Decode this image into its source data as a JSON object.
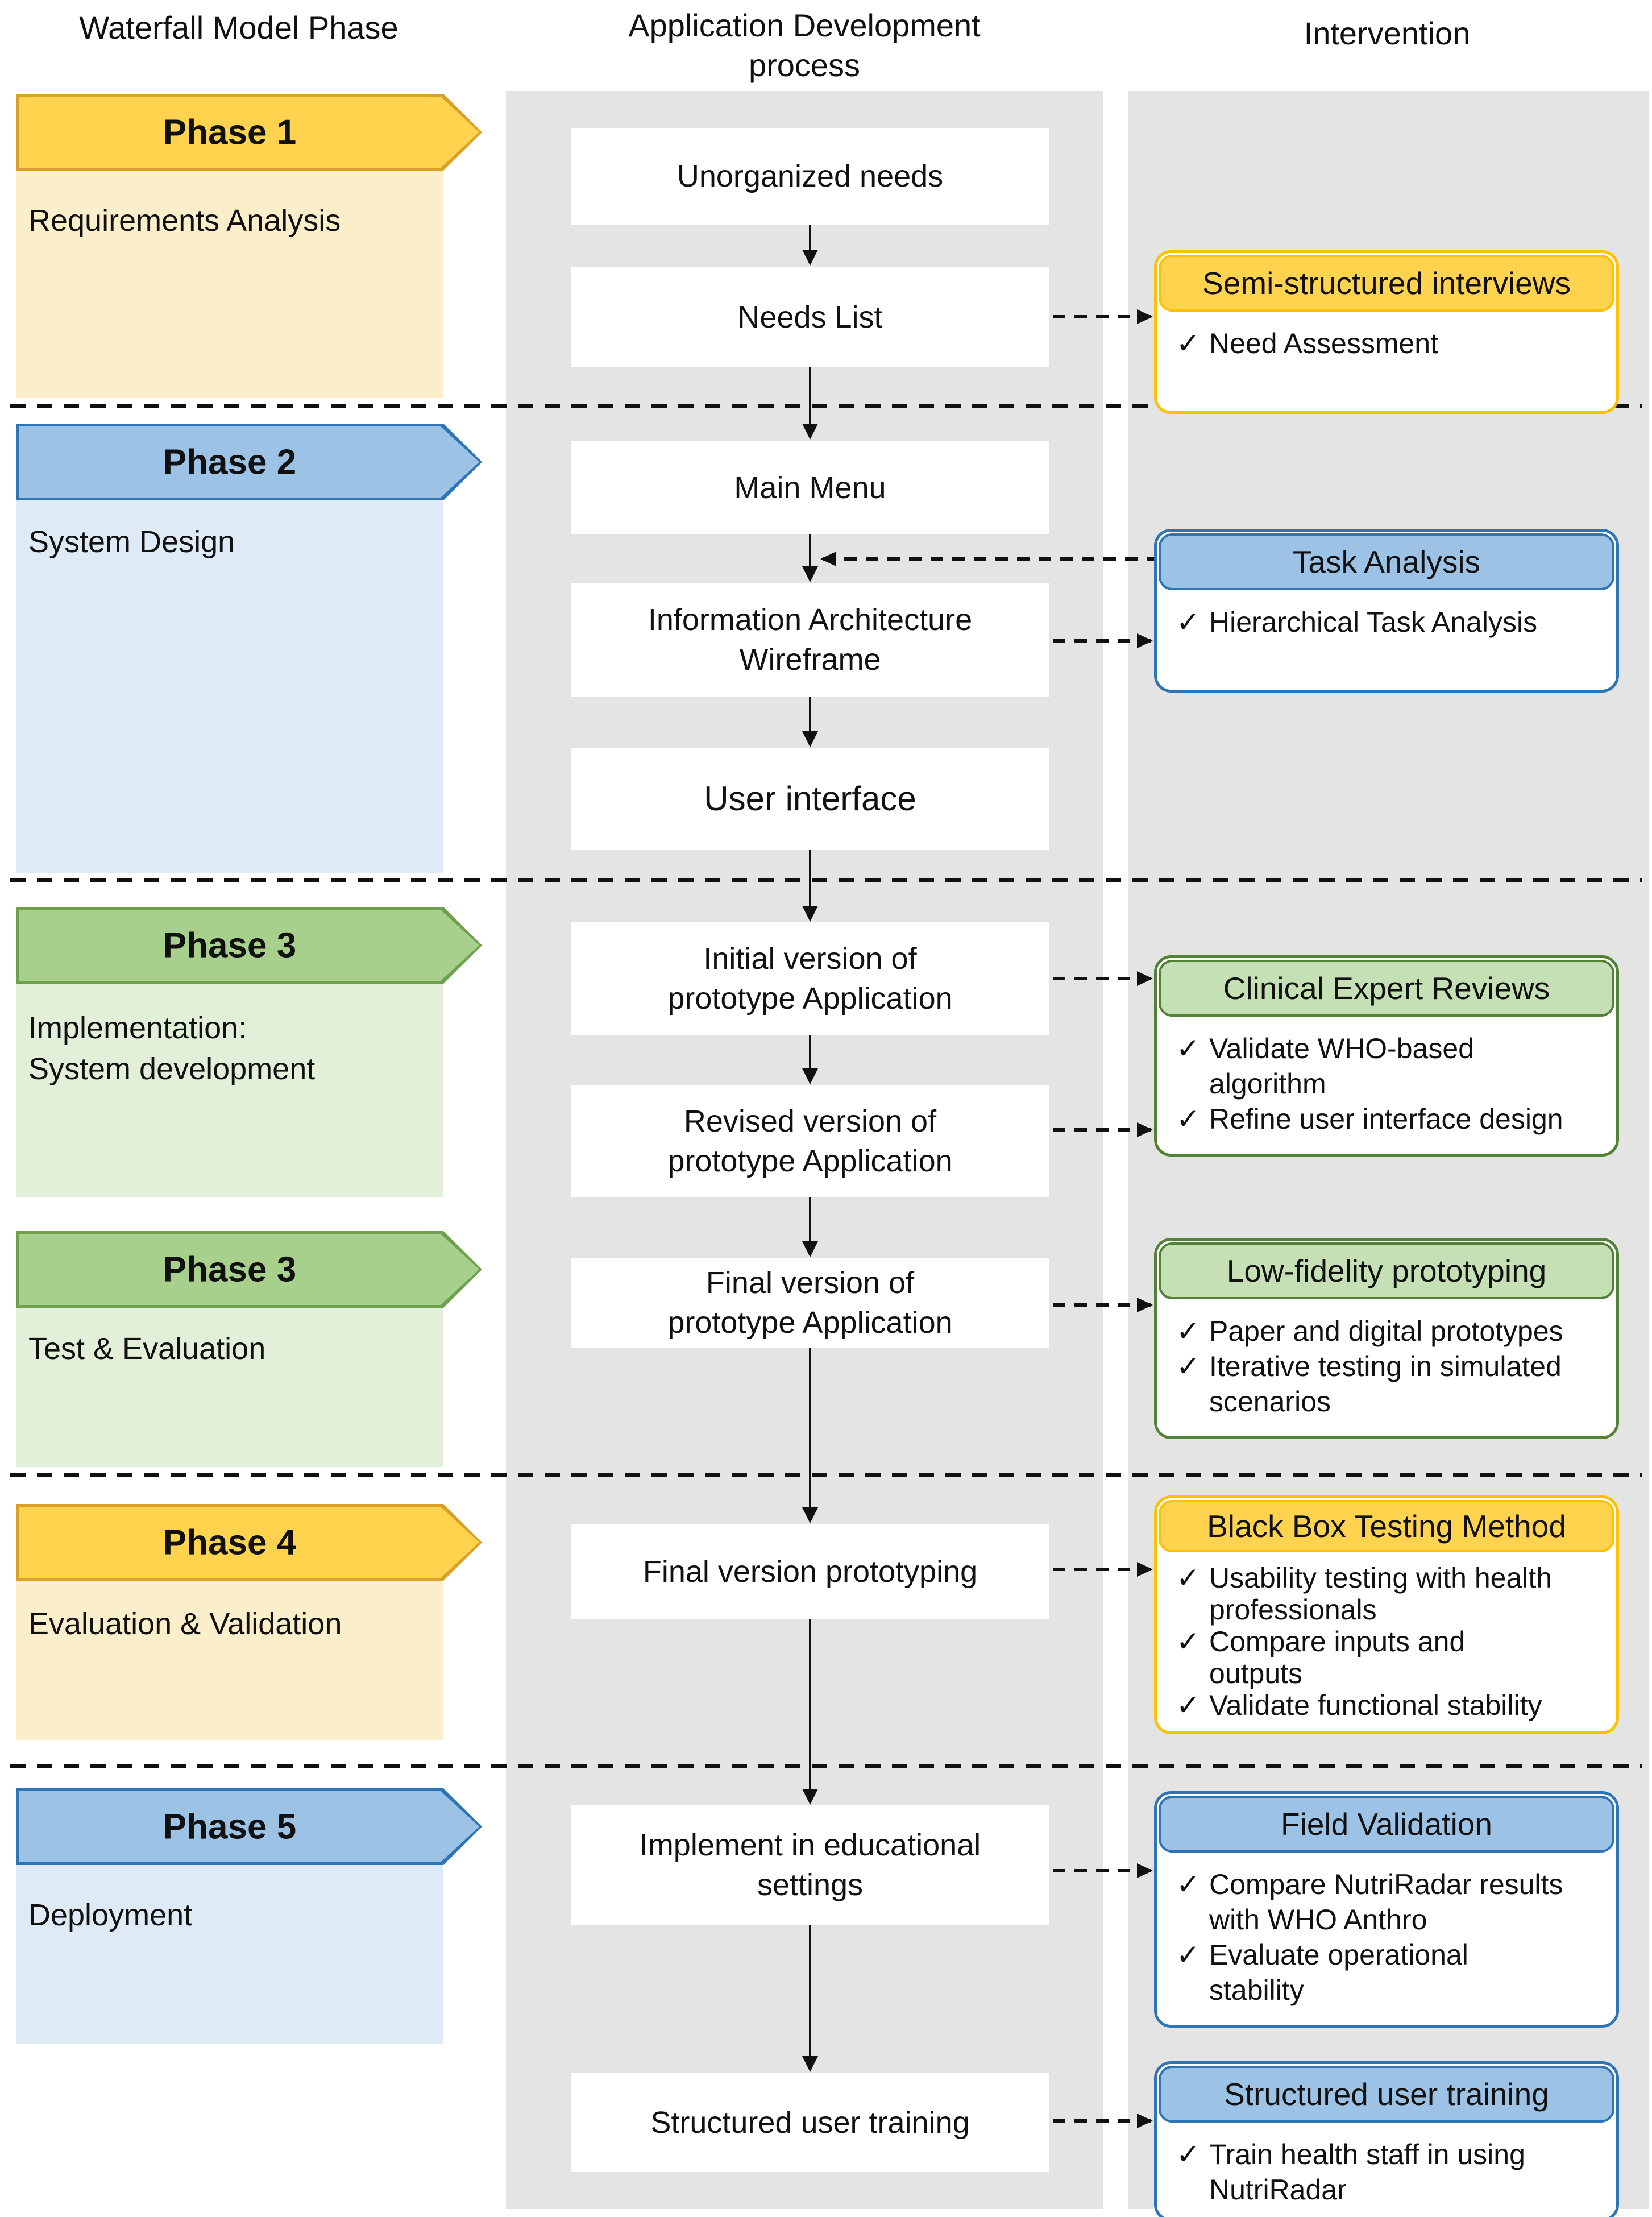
{
  "title_row": {
    "left": "Waterfall Model Phase",
    "middle": "Application Development\nprocess",
    "right": "Intervention"
  },
  "icons": {
    "check": "✓"
  },
  "phases": [
    {
      "banner": "Phase 1",
      "name": "Requirements Analysis",
      "color_key": "gold"
    },
    {
      "banner": "Phase 2",
      "name": "System Design",
      "color_key": "blue"
    },
    {
      "banner": "Phase 3",
      "name": "Implementation:\nSystem development",
      "color_key": "green"
    },
    {
      "banner": "Phase 3",
      "name": "Test & Evaluation",
      "color_key": "green"
    },
    {
      "banner": "Phase 4",
      "name": "Evaluation & Validation",
      "color_key": "gold"
    },
    {
      "banner": "Phase 5",
      "name": "Deployment",
      "color_key": "blue"
    }
  ],
  "process": {
    "boxes": [
      "Unorganized needs",
      "Needs List",
      "Main Menu",
      "Information Architecture\nWireframe",
      "User interface",
      "Initial version of\nprototype Application",
      "Revised version of\nprototype Application",
      "Final version of\nprototype Application",
      "Final version prototyping",
      "Implement in educational\nsettings",
      "Structured user training"
    ]
  },
  "interventions": [
    {
      "title": "Semi-structured interviews",
      "color_key": "gold",
      "items": [
        "Need Assessment"
      ]
    },
    {
      "title": "Task Analysis",
      "color_key": "blue",
      "items": [
        "Hierarchical Task Analysis"
      ]
    },
    {
      "title": "Clinical Expert Reviews",
      "color_key": "green",
      "items": [
        "Validate WHO-based\nalgorithm",
        "Refine user interface design"
      ]
    },
    {
      "title": "Low-fidelity prototyping",
      "color_key": "green",
      "items": [
        "Paper and digital prototypes",
        "Iterative testing in simulated\nscenarios"
      ]
    },
    {
      "title": "Black Box Testing Method",
      "color_key": "gold",
      "items": [
        "Usability testing with health\nprofessionals",
        "Compare inputs and\noutputs",
        "Validate functional stability"
      ]
    },
    {
      "title": "Field Validation",
      "color_key": "blue",
      "items": [
        "Compare NutriRadar results\nwith WHO Anthro",
        "Evaluate operational\nstability"
      ]
    },
    {
      "title": "Structured user training",
      "color_key": "blue",
      "items": [
        "Train health staff in using\nNutriRadar"
      ]
    }
  ],
  "colors": {
    "gold_fill": "#FFD34D",
    "gold_border": "#FFC000",
    "gold_light": "#FBEFCB",
    "blue_fill": "#9CC2E5",
    "blue_border": "#2E75B6",
    "blue_light": "#DEEAF6",
    "green_fill": "#A8D08D",
    "green_header": "#C5E0B4",
    "green_border": "#538135",
    "green_light": "#E2EFD9",
    "column_background": "#E4E4E4",
    "line": "#111111"
  }
}
